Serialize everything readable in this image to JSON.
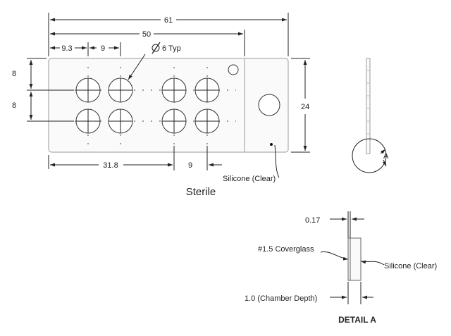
{
  "dimensions": {
    "overall_length": "61",
    "well_span": "50",
    "first_well_offset": "9.3",
    "well_pitch_x": "9",
    "hole_callout": "6 Typ",
    "row_pitch_1": "8",
    "row_pitch_2": "8",
    "height": "24",
    "left_group_width": "31.8",
    "group_gap": "9"
  },
  "labels": {
    "material_front": "Silicone (Clear)",
    "sterile": "Sterile",
    "detail_marker": "A",
    "thickness": "0.17",
    "coverglass": "#1.5 Coverglass",
    "material_detail": "Silicone (Clear)",
    "chamber_depth": "1.0 (Chamber Depth)",
    "detail_title": "DETAIL A"
  },
  "symbols": {
    "diameter": "diameter-symbol"
  }
}
